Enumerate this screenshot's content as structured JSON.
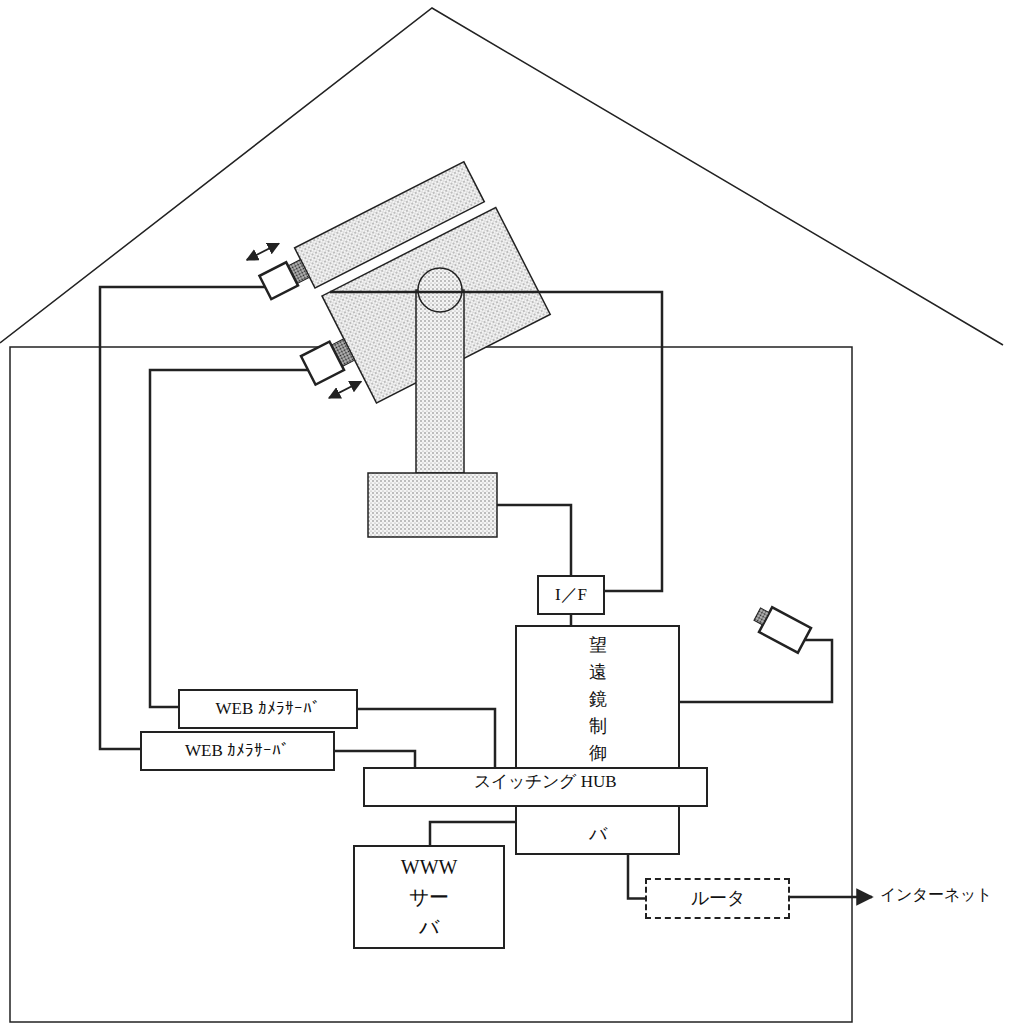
{
  "diagram": {
    "nodes": [
      {
        "text": [
          "I／F"
        ]
      },
      {
        "text": [
          "望遠鏡制御 サーバ"
        ]
      },
      {
        "text": [
          "WEB ｶﾒﾗｻｰﾊﾞ"
        ]
      },
      {
        "text": [
          "WEB ｶﾒﾗｻｰﾊﾞ"
        ]
      },
      {
        "text": [
          "スイッチング HUB"
        ]
      },
      {
        "text": [
          "WWW サーバ"
        ]
      },
      {
        "text": [
          "ルータ"
        ]
      }
    ],
    "edges": [
      {
        "from": 0,
        "to": 1,
        "arrow": "none"
      },
      {
        "from": 1,
        "to": 4,
        "arrow": "none"
      },
      {
        "from": 2,
        "to": 4,
        "arrow": "none"
      },
      {
        "from": 3,
        "to": 4,
        "arrow": "none"
      },
      {
        "from": 4,
        "to": 5,
        "arrow": "none"
      },
      {
        "from": 4,
        "to": 6,
        "arrow": "none"
      }
    ],
    "labels": [
      "インターネット"
    ]
  }
}
